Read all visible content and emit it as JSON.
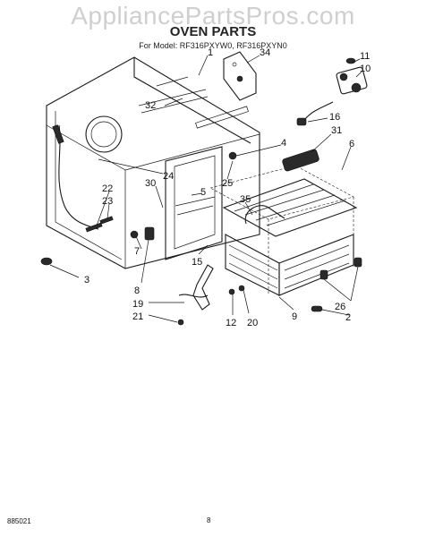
{
  "watermark": "AppliancePartsPros.com",
  "title": "OVEN PARTS",
  "model_line": "For Model: RF316PXYW0, RF316PXYN0",
  "footer": {
    "doc_number": "885021",
    "page_number": "8"
  },
  "callouts": [
    {
      "id": "p1",
      "label": "1"
    },
    {
      "id": "p34",
      "label": "34"
    },
    {
      "id": "p11",
      "label": "11"
    },
    {
      "id": "p10",
      "label": "10"
    },
    {
      "id": "p16",
      "label": "16"
    },
    {
      "id": "p31",
      "label": "31"
    },
    {
      "id": "p4",
      "label": "4"
    },
    {
      "id": "p6",
      "label": "6"
    },
    {
      "id": "p32",
      "label": "32"
    },
    {
      "id": "p24",
      "label": "24"
    },
    {
      "id": "p25",
      "label": "25"
    },
    {
      "id": "p22",
      "label": "22"
    },
    {
      "id": "p23",
      "label": "23"
    },
    {
      "id": "p30",
      "label": "30"
    },
    {
      "id": "p5",
      "label": "5"
    },
    {
      "id": "p35",
      "label": "35"
    },
    {
      "id": "p3",
      "label": "3"
    },
    {
      "id": "p7",
      "label": "7"
    },
    {
      "id": "p15",
      "label": "15"
    },
    {
      "id": "p8",
      "label": "8"
    },
    {
      "id": "p19",
      "label": "19"
    },
    {
      "id": "p21",
      "label": "21"
    },
    {
      "id": "p12",
      "label": "12"
    },
    {
      "id": "p20",
      "label": "20"
    },
    {
      "id": "p9",
      "label": "9"
    },
    {
      "id": "p26",
      "label": "26"
    },
    {
      "id": "p2",
      "label": "2"
    }
  ]
}
